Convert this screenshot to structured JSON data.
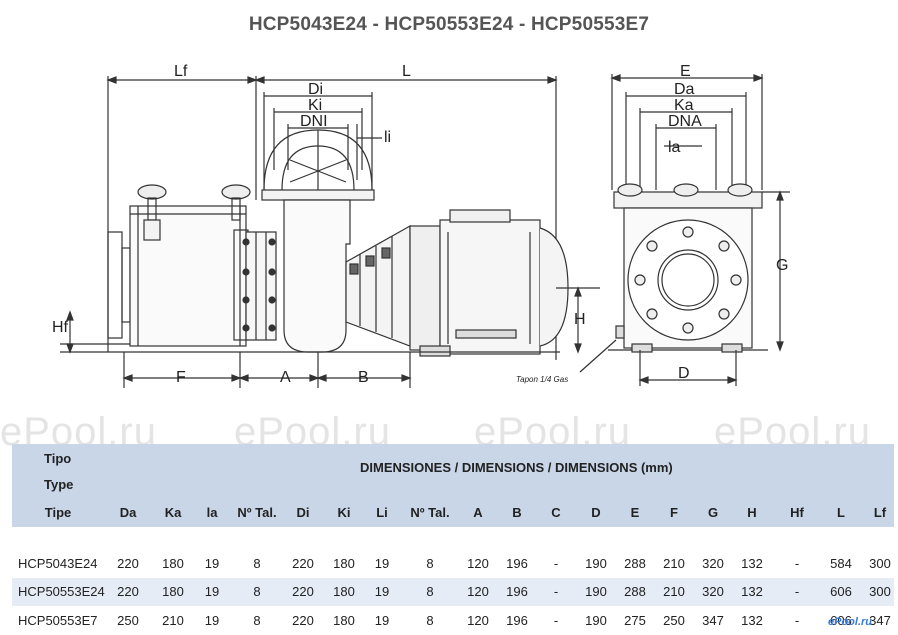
{
  "title": "HCP5043E24 - HCP50553E24 - HCP50553E7",
  "watermark": "ePool.ru",
  "dimension_labels": {
    "lf": "Lf",
    "l": "L",
    "di": "Di",
    "ki": "Ki",
    "dni": "DNI",
    "li": "li",
    "hf": "Hf",
    "f": "F",
    "a": "A",
    "b": "B",
    "h": "H",
    "e": "E",
    "da": "Da",
    "ka": "Ka",
    "dna": "DNA",
    "la": "la",
    "g": "G",
    "d": "D"
  },
  "drain_note": "Tapon 1/4 Gas",
  "table": {
    "tipo_labels": [
      "Tipo",
      "Type"
    ],
    "header": "DIMENSIONES / DIMENSIONS / DIMENSIONS (mm)",
    "columns": [
      "Tipe",
      "Da",
      "Ka",
      "la",
      "Nº Tal.",
      "Di",
      "Ki",
      "Li",
      "Nº Tal.",
      "A",
      "B",
      "C",
      "D",
      "E",
      "F",
      "G",
      "H",
      "Hf",
      "L",
      "Lf"
    ],
    "rows": [
      [
        "HCP5043E24",
        "220",
        "180",
        "19",
        "8",
        "220",
        "180",
        "19",
        "8",
        "120",
        "196",
        "-",
        "190",
        "288",
        "210",
        "320",
        "132",
        "-",
        "584",
        "300"
      ],
      [
        "HCP50553E24",
        "220",
        "180",
        "19",
        "8",
        "220",
        "180",
        "19",
        "8",
        "120",
        "196",
        "-",
        "190",
        "288",
        "210",
        "320",
        "132",
        "-",
        "606",
        "300"
      ],
      [
        "HCP50553E7",
        "250",
        "210",
        "19",
        "8",
        "220",
        "180",
        "19",
        "8",
        "120",
        "196",
        "-",
        "190",
        "275",
        "250",
        "347",
        "132",
        "-",
        "606",
        "347"
      ]
    ]
  },
  "logo_text": "ePool.ru",
  "colors": {
    "table_header_bg": "#c9d6e8",
    "row_alt_bg": "#e6ecf5",
    "line": "#333333"
  }
}
